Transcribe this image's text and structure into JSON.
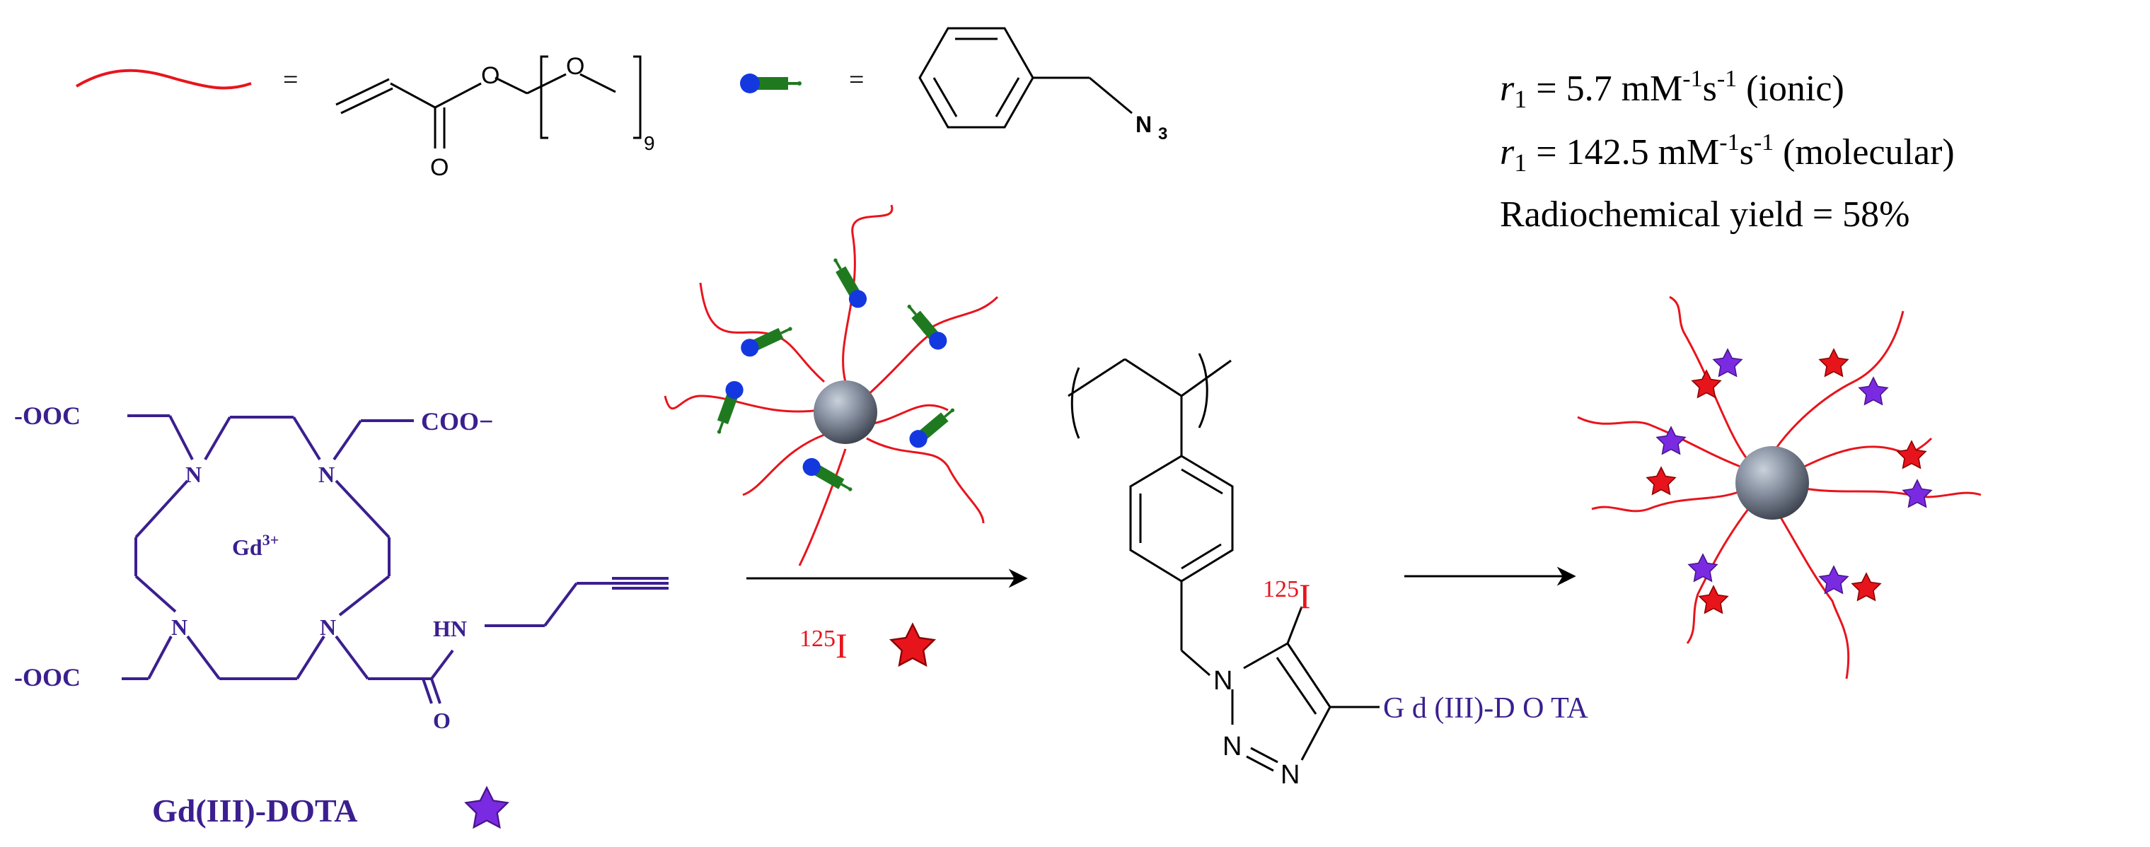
{
  "legend": {
    "equals": "=",
    "repeat_n": "9",
    "ester_o": "O",
    "ether_o": "O",
    "carbonyl_o": "O",
    "azide_n": "N",
    "azide_sub": "3"
  },
  "properties": {
    "r1_symbol": "r",
    "r1_sub": "1",
    "line1_value": " = 5.7 mM",
    "line1_exp1": "-1",
    "line1_s": "s",
    "line1_exp2": "-1",
    "line1_tail": " (ionic)",
    "line2_value": " = 142.5 mM",
    "line2_exp1": "-1",
    "line2_s": "s",
    "line2_exp2": "-1",
    "line2_tail": " (molecular)",
    "line3": "Radiochemical yield = 58%"
  },
  "dota": {
    "coo_left_top": "-OOC",
    "coo_right_top": "COO−",
    "coo_left_bottom": "-OOC",
    "n_tl": "N",
    "n_tr": "N",
    "n_bl": "N",
    "n_br": "N",
    "gd_ion": "Gd",
    "gd_charge": "3+",
    "amide_nh": "HN",
    "amide_o": "O",
    "caption": "Gd(III)-DOTA"
  },
  "reagent": {
    "isotope_mass": "125",
    "isotope_symbol": "I"
  },
  "product": {
    "isotope_mass": "125",
    "isotope_symbol": "I",
    "n1": "N",
    "n2": "N",
    "n3": "N",
    "gd_dota_label": "G d (III)-D O TA"
  },
  "colors": {
    "polymer_chain": "#e8141c",
    "dota_purple": "#3b1f8f",
    "azide_green": "#1f7a1f",
    "azide_blue": "#1438e0",
    "iodine_star": "#e8141c",
    "gd_star": "#7a2be2",
    "black": "#000000"
  }
}
